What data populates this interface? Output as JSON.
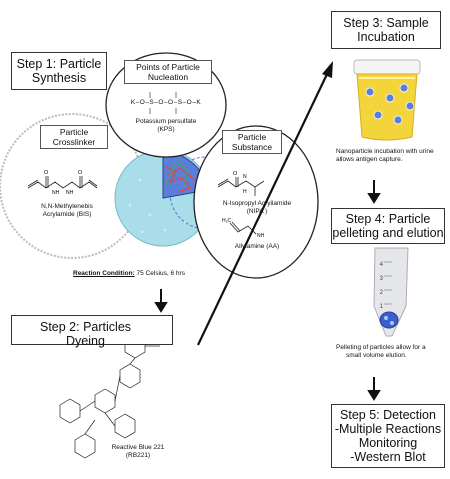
{
  "step1": {
    "title_line1": "Step 1: Particle",
    "title_line2": "Synthesis"
  },
  "nucleation": {
    "label_line1": "Points of Particle",
    "label_line2": "Nucleation",
    "formula": "K–O–S–O–O–S–O–K",
    "name_line1": "Potassium persulfate",
    "name_line2": "(KPS)"
  },
  "crosslinker": {
    "label_line1": "Particle",
    "label_line2": "Crosslinker",
    "name_line1": "N,N-Methylenebis",
    "name_line2": "Acrylamide (BIS)"
  },
  "substance": {
    "label_line1": "Particle",
    "label_line2": "Substance",
    "nipa_line1": "N-Isopropyl Acryilamide",
    "nipa_line2": "(NIPA )",
    "aa_name": "Allylamine (AA)"
  },
  "reaction": {
    "label": "Reaction Condition:",
    "value": " 75 Celsius, 6 hrs"
  },
  "step2": {
    "title_line1": "Step 2: Particles",
    "title_line2": "Dyeing",
    "dye_line1": "Reactive Blue 221",
    "dye_line2": "(RB221)"
  },
  "step3": {
    "title_line1": "Step 3: Sample",
    "title_line2": "Incubation",
    "caption_line1": "Nanoparticle incubation with urine",
    "caption_line2": "allows antigen capture."
  },
  "step4": {
    "title_line1": "Step 4: Particle",
    "title_line2": "pelleting and elution",
    "caption_line1": "Pelleting of particles allow for a",
    "caption_line2": "small volume elution.",
    "tube_marks": [
      "4",
      "3",
      "2",
      "1"
    ]
  },
  "step5": {
    "line1": "Step 5: Detection",
    "line2": "-Multiple Reactions",
    "line3": "Monitoring",
    "line4": "-Western Blot"
  },
  "colors": {
    "sphere": "#a9dde9",
    "cup": "#f3d43a",
    "tube": "#d8dbe0",
    "pellet": "#3a5fd0"
  }
}
